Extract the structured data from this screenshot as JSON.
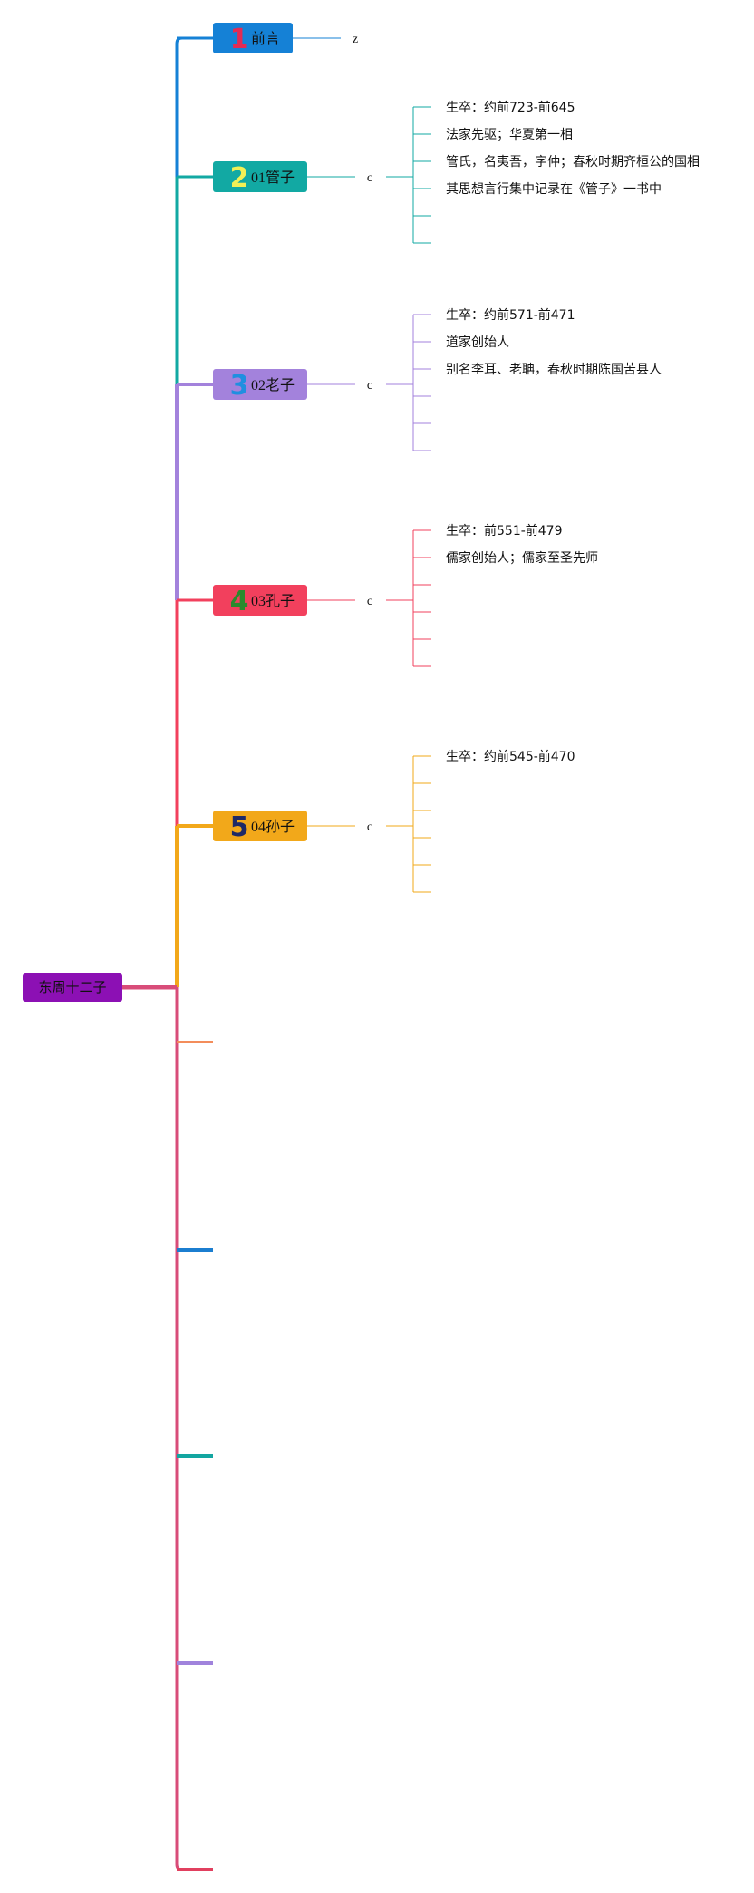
{
  "root": {
    "label": "东周十二子",
    "color": "#8c10b4"
  },
  "topics": [
    {
      "badge": "1",
      "label": "前言",
      "color": "#1581d6",
      "badge_color": "#e32b55",
      "connector": "z",
      "details": []
    },
    {
      "badge": "2",
      "label": "01管子",
      "color": "#12a9a3",
      "badge_color": "#f3f055",
      "connector": "c",
      "details": [
        "生卒：约前723-前645",
        "法家先驱；华夏第一相",
        "管氏，名夷吾，字仲；春秋时期齐桓公的国相",
        "其思想言行集中记录在《管子》一书中",
        "",
        ""
      ]
    },
    {
      "badge": "3",
      "label": "02老子",
      "color": "#a382dc",
      "badge_color": "#1f8fe0",
      "connector": "c",
      "details": [
        "生卒：约前571-前471",
        "道家创始人",
        "别名李耳、老聃，春秋时期陈国苦县人",
        "",
        "",
        ""
      ]
    },
    {
      "badge": "4",
      "label": "03孔子",
      "color": "#f2405d",
      "badge_color": "#2a8b2d",
      "connector": "c",
      "details": [
        "生卒：前551-前479",
        "儒家创始人；儒家至圣先师",
        "",
        "",
        "",
        ""
      ]
    },
    {
      "badge": "5",
      "label": "04孙子",
      "color": "#f2a81a",
      "badge_color": "#1f2a66",
      "connector": "c",
      "details": [
        "生卒：约前545-前470",
        "",
        "",
        "",
        "",
        ""
      ]
    }
  ],
  "empty_branches": [
    {
      "color": "#f38d5b"
    },
    {
      "color": "#1b7ed0"
    },
    {
      "color": "#13a6a1"
    },
    {
      "color": "#a083dc"
    },
    {
      "color": "#e1405f"
    }
  ],
  "trunk_color": "#d84c79"
}
